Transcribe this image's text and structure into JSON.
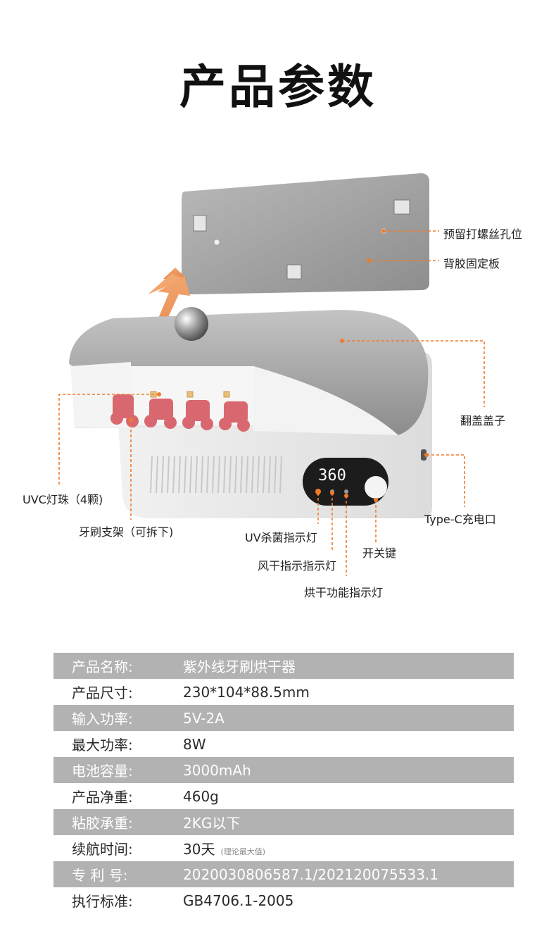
{
  "title": "产品参数",
  "display_value": "360",
  "callouts": {
    "screw_hole": "预留打螺丝孔位",
    "back_plate": "背胶固定板",
    "flip_cover": "翻盖盖子",
    "uvc": "UVC灯珠（4颗)",
    "holder": "牙刷支架（可拆下)",
    "typec": "Type-C充电口",
    "uv_light": "UV杀菌指示灯",
    "air_light": "风干指示指示灯",
    "dry_light": "烘干功能指示灯",
    "power": "开关键"
  },
  "specs": [
    {
      "label": "产品名称:",
      "value": "紫外线牙刷烘干器",
      "note": ""
    },
    {
      "label": "产品尺寸:",
      "value": "230*104*88.5mm",
      "note": ""
    },
    {
      "label": "输入功率:",
      "value": "5V-2A",
      "note": ""
    },
    {
      "label": "最大功率:",
      "value": "8W",
      "note": ""
    },
    {
      "label": "电池容量:",
      "value": "3000mAh",
      "note": ""
    },
    {
      "label": "产品净重:",
      "value": "460g",
      "note": ""
    },
    {
      "label": "粘胶承重:",
      "value": "2KG以下",
      "note": ""
    },
    {
      "label": "续航时间:",
      "value": "30天",
      "note": "(理论最大值)"
    },
    {
      "label": "专 利 号:",
      "value": "2020030806587.1/202120075533.1",
      "note": ""
    },
    {
      "label": "执行标准:",
      "value": "GB4706.1-2005",
      "note": ""
    }
  ],
  "colors": {
    "accent": "#f07a2a",
    "row_shade": "#b2b2b2",
    "plate": "#9a9a9a",
    "body": "#cfcfcf",
    "brush_head": "#d9676f"
  }
}
